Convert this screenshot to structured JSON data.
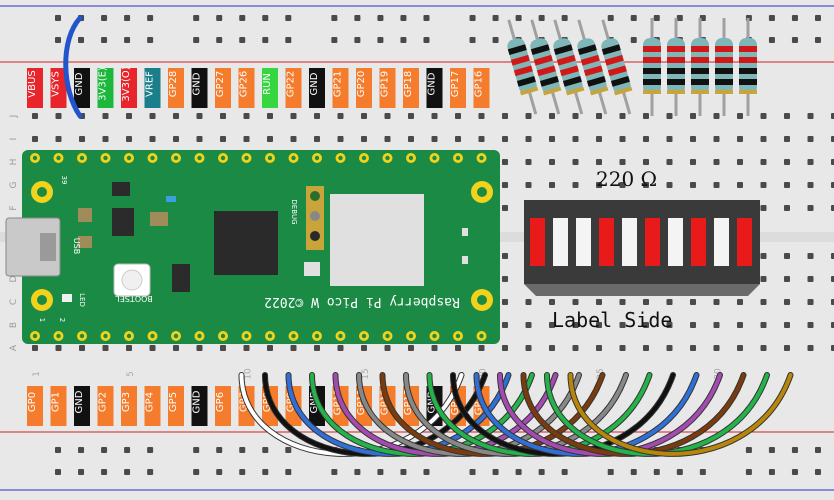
{
  "top_pin_labels": [
    {
      "text": "VBUS",
      "color": "#e8252b"
    },
    {
      "text": "VSYS",
      "color": "#e8252b"
    },
    {
      "text": "GND",
      "color": "#111111"
    },
    {
      "text": "3V3(E)",
      "color": "#1db83b"
    },
    {
      "text": "3V3(O)",
      "color": "#e8252b"
    },
    {
      "text": "VREF",
      "color": "#1a7f8a"
    },
    {
      "text": "GP28",
      "color": "#f47c2c"
    },
    {
      "text": "GND",
      "color": "#111111"
    },
    {
      "text": "GP27",
      "color": "#f47c2c"
    },
    {
      "text": "GP26",
      "color": "#f47c2c"
    },
    {
      "text": "RUN",
      "color": "#35d640"
    },
    {
      "text": "GP22",
      "color": "#f47c2c"
    },
    {
      "text": "GND",
      "color": "#111111"
    },
    {
      "text": "GP21",
      "color": "#f47c2c"
    },
    {
      "text": "GP20",
      "color": "#f47c2c"
    },
    {
      "text": "GP19",
      "color": "#f47c2c"
    },
    {
      "text": "GP18",
      "color": "#f47c2c"
    },
    {
      "text": "GND",
      "color": "#111111"
    },
    {
      "text": "GP17",
      "color": "#f47c2c"
    },
    {
      "text": "GP16",
      "color": "#f47c2c"
    }
  ],
  "bottom_pin_labels": [
    {
      "text": "GP0",
      "color": "#f47c2c"
    },
    {
      "text": "GP1",
      "color": "#f47c2c"
    },
    {
      "text": "GND",
      "color": "#111111"
    },
    {
      "text": "GP2",
      "color": "#f47c2c"
    },
    {
      "text": "GP3",
      "color": "#f47c2c"
    },
    {
      "text": "GP4",
      "color": "#f47c2c"
    },
    {
      "text": "GP5",
      "color": "#f47c2c"
    },
    {
      "text": "GND",
      "color": "#111111"
    },
    {
      "text": "GP6",
      "color": "#f47c2c"
    },
    {
      "text": "GP7",
      "color": "#f47c2c"
    },
    {
      "text": "GP8",
      "color": "#f47c2c"
    },
    {
      "text": "GP9",
      "color": "#f47c2c"
    },
    {
      "text": "GND",
      "color": "#111111"
    },
    {
      "text": "GP10",
      "color": "#f47c2c"
    },
    {
      "text": "GP11",
      "color": "#f47c2c"
    },
    {
      "text": "GP12",
      "color": "#f47c2c"
    },
    {
      "text": "GP13",
      "color": "#f47c2c"
    },
    {
      "text": "GND",
      "color": "#111111"
    },
    {
      "text": "GP14",
      "color": "#f47c2c"
    },
    {
      "text": "GP15",
      "color": "#f47c2c"
    }
  ],
  "row_letters": [
    "J",
    "I",
    "H",
    "G",
    "F",
    "E",
    "D",
    "C",
    "B",
    "A"
  ],
  "column_markers": [
    "1",
    "5",
    "10",
    "15",
    "20",
    "25",
    "30"
  ],
  "pico": {
    "board_text": "Raspberry Pi Pico W ©2022",
    "bootsel": "BOOTSEL",
    "usb": "USB",
    "led": "LED",
    "debug": "DEBUG",
    "pin_39": "39",
    "pin_1": "1",
    "pin_2": "2",
    "color": "#1b8a45"
  },
  "resistor_label": "220 Ω",
  "led_bar": {
    "label": "Label Side",
    "segments": [
      "red",
      "white",
      "white",
      "red",
      "white",
      "red",
      "white",
      "red",
      "white",
      "red"
    ]
  },
  "wire_colors": [
    "#ffffff",
    "#111111",
    "#2f6fd6",
    "#24b34a",
    "#a34bb0",
    "#888888",
    "#7a3b0e",
    "#888888",
    "#24b34a",
    "#111111",
    "#2f6fd6",
    "#a34bb0",
    "#7a3b0e",
    "#24b34a",
    "#b8860b"
  ],
  "colors": {
    "breadboard": "#e9e9e9",
    "rail_red": "#d62020",
    "rail_blue": "#2a2ad0",
    "hole": "#555555",
    "active_hole": "#3dbb3d"
  }
}
